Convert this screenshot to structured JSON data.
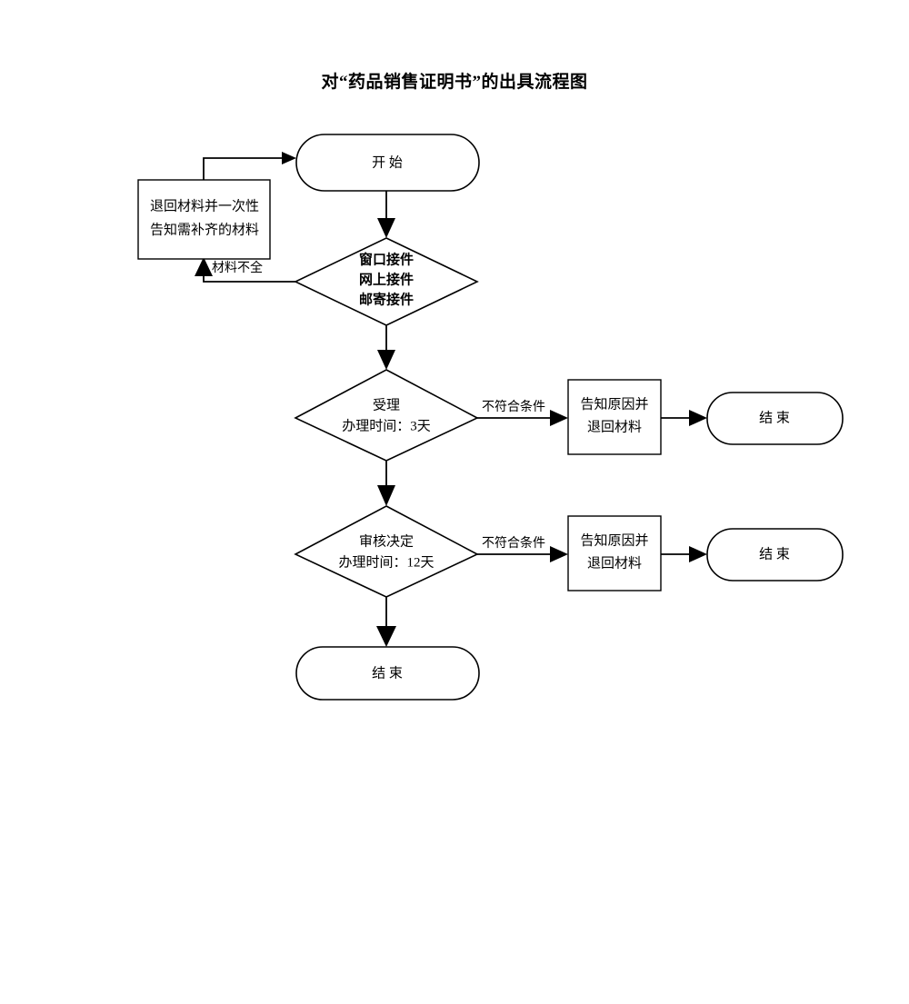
{
  "document": {
    "title": "对“药品销售证明书”的出具流程图"
  },
  "nodes": {
    "start": {
      "label": "开  始",
      "shape": "terminator"
    },
    "return_materials": {
      "line1": "退回材料并一次性",
      "line2": "告知需补齐的材料",
      "shape": "process"
    },
    "intake": {
      "line1": "窗口接件",
      "line2": "网上接件",
      "line3": "邮寄接件",
      "shape": "decision"
    },
    "accept": {
      "line1": "受理",
      "line2": "办理时间：3天",
      "shape": "decision"
    },
    "review": {
      "line1": "审核决定",
      "line2": "办理时间：12天",
      "shape": "decision"
    },
    "notify_reason_1": {
      "line1": "告知原因并",
      "line2": "退回材料",
      "shape": "process"
    },
    "notify_reason_2": {
      "line1": "告知原因并",
      "line2": "退回材料",
      "shape": "process"
    },
    "end_right_1": {
      "label": "结  束",
      "shape": "terminator"
    },
    "end_right_2": {
      "label": "结  束",
      "shape": "terminator"
    },
    "end_bottom": {
      "label": "结  束",
      "shape": "terminator"
    }
  },
  "edges": {
    "materials_incomplete": {
      "label": "材料不全"
    },
    "not_qualified_1": {
      "label": "不符合条件"
    },
    "not_qualified_2": {
      "label": "不符合条件"
    }
  },
  "colors": {
    "stroke": "#000000",
    "fill": "#ffffff",
    "background": "#ffffff"
  }
}
